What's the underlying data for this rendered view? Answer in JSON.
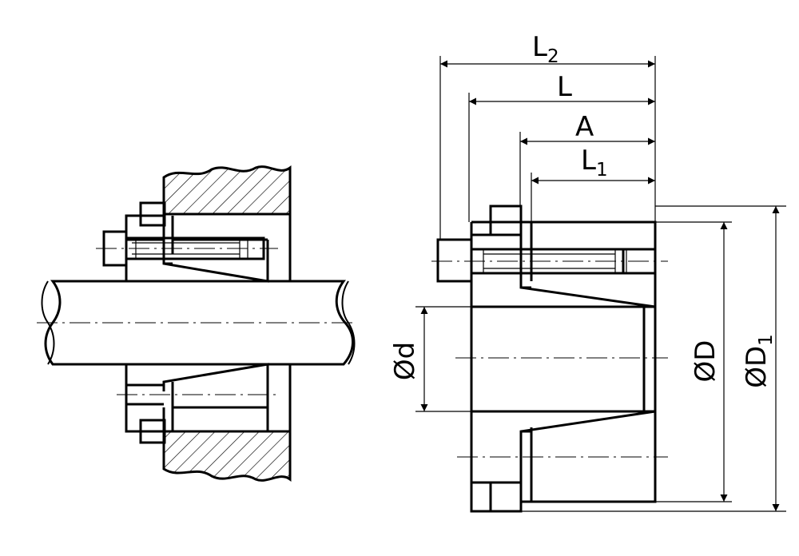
{
  "dimensions": {
    "L2": {
      "main": "L",
      "sub": "2"
    },
    "L": {
      "main": "L"
    },
    "A": {
      "main": "A"
    },
    "L1": {
      "main": "L",
      "sub": "1"
    },
    "d": {
      "main": "Ød"
    },
    "D": {
      "main": "ØD"
    },
    "D1": {
      "main": "ØD",
      "sub": "1"
    }
  }
}
